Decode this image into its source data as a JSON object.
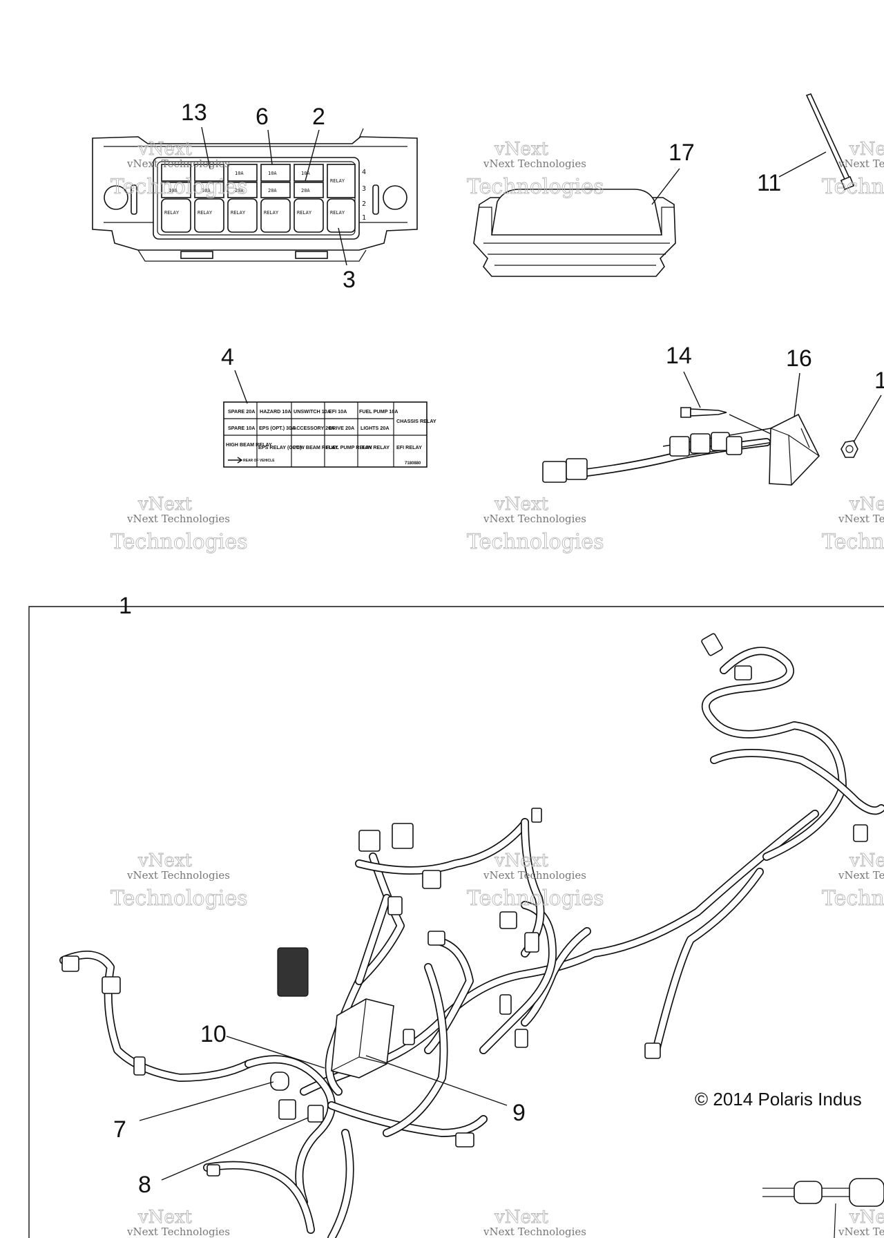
{
  "callouts": {
    "c1": "1",
    "c2": "2",
    "c3": "3",
    "c4": "4",
    "c6": "6",
    "c7": "7",
    "c8": "8",
    "c9": "9",
    "c10": "10",
    "c11": "11",
    "c13": "13",
    "c14": "14",
    "c15": "1",
    "c16": "16",
    "c17": "17"
  },
  "fuse_box": {
    "row1": [
      "",
      "",
      "10A",
      "10A",
      "10A",
      "RELAY"
    ],
    "row2": [
      "10A",
      "30A",
      "20A",
      "20A",
      "20A"
    ],
    "row3": [
      "RELAY",
      "RELAY",
      "RELAY",
      "RELAY",
      "RELAY",
      "RELAY"
    ],
    "side_numbers": [
      "4",
      "3",
      "2",
      "1"
    ]
  },
  "fuse_label": {
    "rows": [
      [
        "SPARE 20A",
        "HAZARD 10A",
        "UNSWITCH 10A",
        "EFI 10A",
        "FUEL PUMP 10A",
        "CHASSIS RELAY"
      ],
      [
        "SPARE 10A",
        "EPS (OPT.) 30A",
        "ACCESSORY 20A",
        "DRIVE 20A",
        "LIGHTS 20A",
        ""
      ],
      [
        "HIGH BEAM RELAY",
        "EPS RELAY (OPT.)",
        "LOW BEAM RELAY",
        "FUEL PUMP RELAY",
        "FAN RELAY",
        "EFI RELAY"
      ]
    ],
    "arrow_text": "REAR OF VEHICLE",
    "part_number": "7180880"
  },
  "watermark": {
    "line1": "vNext",
    "line2": "vNext Technologies",
    "line3": "Technologies"
  },
  "copyright": "© 2014 Polaris Indus"
}
